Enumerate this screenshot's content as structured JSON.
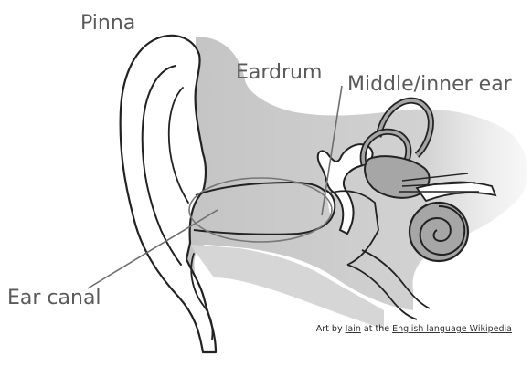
{
  "labels": {
    "pinna": "Pinna",
    "eardrum": "Eardrum",
    "middle_inner": "Middle/inner ear",
    "canal": "Ear canal"
  },
  "credit": {
    "prefix": "Art by ",
    "author": "Iain",
    "middle": " at the ",
    "source": "English language Wikipedia"
  },
  "colors": {
    "ear_fill": "#ffffff",
    "tissue": "#c8c8c8",
    "cochlea": "#a6a6a6",
    "outline": "#222222",
    "leader": "#6e6e6e",
    "label_text": "#5a5a5a"
  }
}
